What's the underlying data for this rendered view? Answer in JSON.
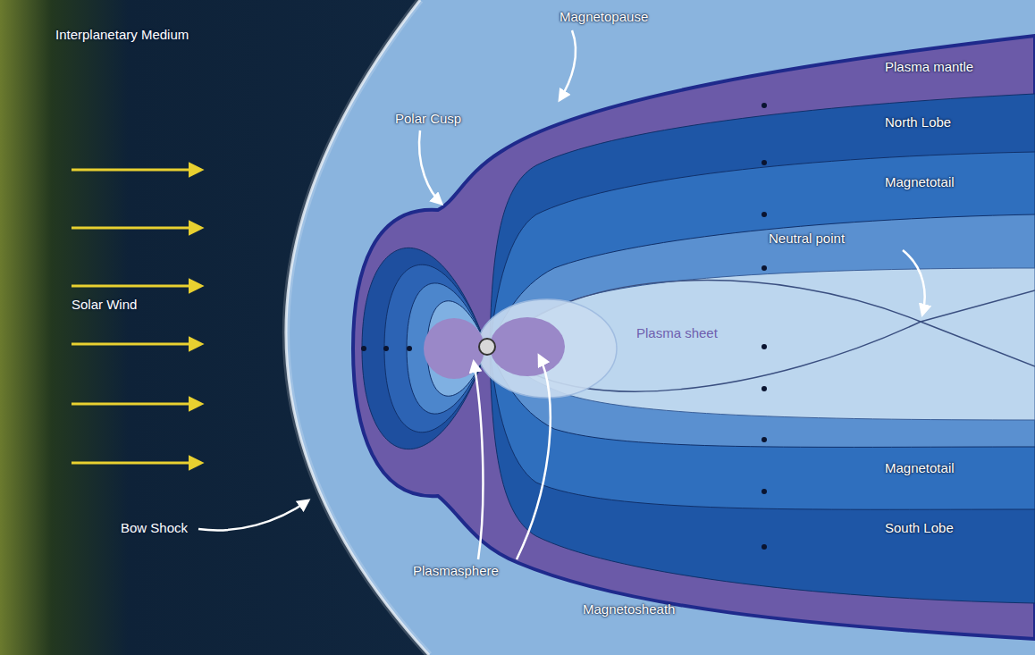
{
  "diagram": {
    "labels": [
      "Interplanetary Medium",
      "Magnetopause",
      "Plasma mantle",
      "Polar Cusp",
      "North Lobe",
      "Magnetotail",
      "Neutral point",
      "Solar Wind",
      "Plasma sheet",
      "Magnetotail",
      "South Lobe",
      "Bow Shock",
      "Plasmasphere",
      "Magnetosheath"
    ]
  }
}
